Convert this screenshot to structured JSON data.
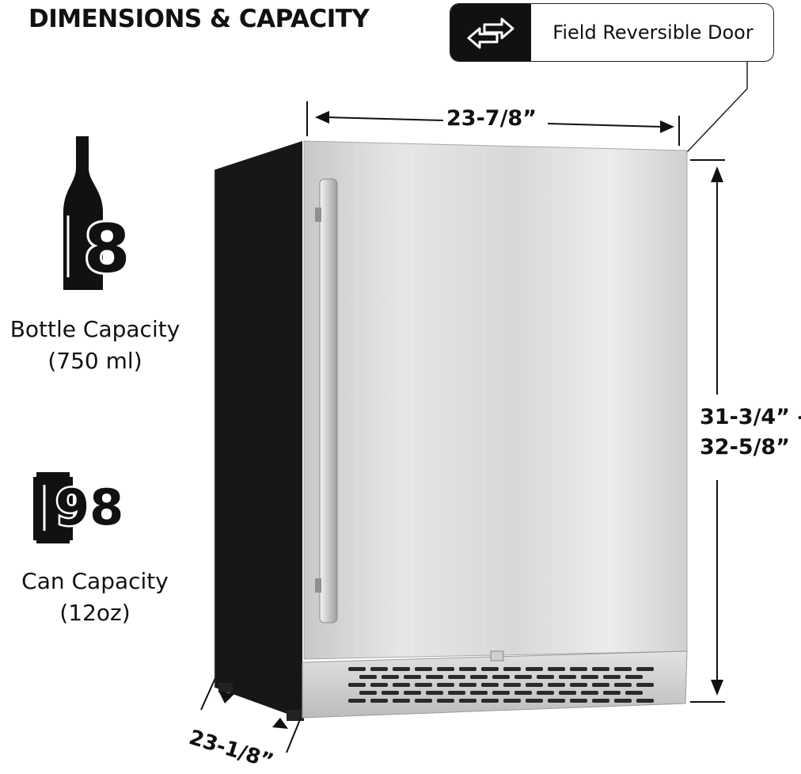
{
  "header": {
    "title": "DIMENSIONS & CAPACITY"
  },
  "feature_callout": {
    "label": "Field Reversible Door",
    "icon": "double-arrow-icon"
  },
  "capacity": {
    "bottle": {
      "count": "8",
      "label_line1": "Bottle Capacity",
      "label_line2": "(750 ml)",
      "icon": "wine-bottle-icon"
    },
    "can": {
      "count": "98",
      "label_line1": "Can Capacity",
      "label_line2": "(12oz)",
      "icon": "beverage-can-icon"
    }
  },
  "dimensions": {
    "width": "23-7/8”",
    "height_line1": "31-3/4” -",
    "height_line2": "32-5/8”",
    "depth": "23-1/8”"
  },
  "colors": {
    "text": "#111111",
    "cabinet": "#161616",
    "steel_light": "#e4e4e4",
    "steel_dark": "#bdbdbd"
  }
}
